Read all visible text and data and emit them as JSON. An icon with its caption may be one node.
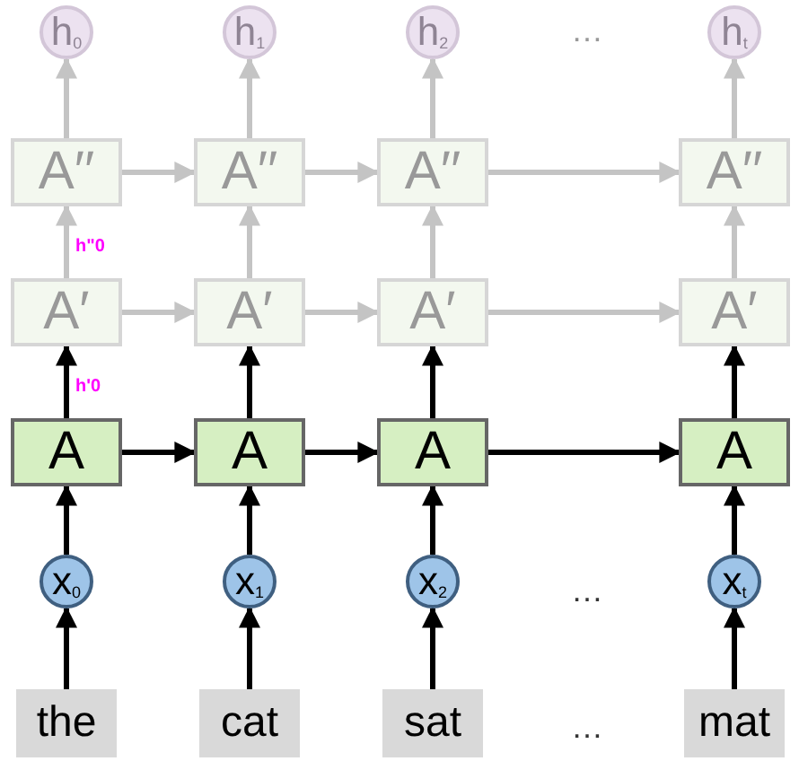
{
  "diagram": {
    "nodes": [
      {
        "text": [
          "h$_{0}$"
        ]
      },
      {
        "text": [
          "h$_{1}$"
        ]
      },
      {
        "text": [
          "h$_{2}$"
        ]
      },
      {
        "text": [
          "h$_{t}$"
        ]
      },
      {
        "text": [
          "A′′"
        ]
      },
      {
        "text": [
          "A′′"
        ]
      },
      {
        "text": [
          "A′′"
        ]
      },
      {
        "text": [
          "A′′"
        ]
      },
      {
        "text": [
          "A′"
        ]
      },
      {
        "text": [
          "A′"
        ]
      },
      {
        "text": [
          "A′"
        ]
      },
      {
        "text": [
          "A′"
        ]
      },
      {
        "text": [
          "A"
        ]
      },
      {
        "text": [
          "A"
        ]
      },
      {
        "text": [
          "A"
        ]
      },
      {
        "text": [
          "A"
        ]
      },
      {
        "text": [
          "x$_{0}$"
        ]
      },
      {
        "text": [
          "x$_{1}$"
        ]
      },
      {
        "text": [
          "x$_{2}$"
        ]
      },
      {
        "text": [
          "x$_{t}$"
        ]
      },
      {
        "text": [
          "the"
        ]
      },
      {
        "text": [
          "cat"
        ]
      },
      {
        "text": [
          "sat"
        ]
      },
      {
        "text": [
          "mat"
        ]
      }
    ],
    "edges": [
      {
        "from": 20,
        "to": 16,
        "arrow": "to"
      },
      {
        "from": 21,
        "to": 17,
        "arrow": "to"
      },
      {
        "from": 22,
        "to": 18,
        "arrow": "to"
      },
      {
        "from": 23,
        "to": 19,
        "arrow": "to"
      },
      {
        "from": 16,
        "to": 12,
        "arrow": "to"
      },
      {
        "from": 17,
        "to": 13,
        "arrow": "to"
      },
      {
        "from": 18,
        "to": 14,
        "arrow": "to"
      },
      {
        "from": 19,
        "to": 15,
        "arrow": "to"
      },
      {
        "from": 12,
        "to": 13,
        "arrow": "to"
      },
      {
        "from": 13,
        "to": 14,
        "arrow": "to"
      },
      {
        "from": 14,
        "to": 15,
        "arrow": "to"
      },
      {
        "from": 12,
        "to": 8,
        "arrow": "to",
        "label": "h'0"
      },
      {
        "from": 13,
        "to": 9,
        "arrow": "to"
      },
      {
        "from": 14,
        "to": 10,
        "arrow": "to"
      },
      {
        "from": 15,
        "to": 11,
        "arrow": "to"
      },
      {
        "from": 8,
        "to": 9,
        "arrow": "to",
        "color": "#c4c4c4"
      },
      {
        "from": 9,
        "to": 10,
        "arrow": "to",
        "color": "#c4c4c4"
      },
      {
        "from": 10,
        "to": 11,
        "arrow": "to",
        "color": "#c4c4c4"
      },
      {
        "from": 8,
        "to": 4,
        "arrow": "to",
        "label": "h\"0",
        "color": "#c4c4c4"
      },
      {
        "from": 9,
        "to": 5,
        "arrow": "to",
        "color": "#c4c4c4"
      },
      {
        "from": 10,
        "to": 6,
        "arrow": "to",
        "color": "#c4c4c4"
      },
      {
        "from": 11,
        "to": 7,
        "arrow": "to",
        "color": "#c4c4c4"
      },
      {
        "from": 4,
        "to": 5,
        "arrow": "to",
        "color": "#c4c4c4"
      },
      {
        "from": 5,
        "to": 6,
        "arrow": "to",
        "color": "#c4c4c4"
      },
      {
        "from": 6,
        "to": 7,
        "arrow": "to",
        "color": "#c4c4c4"
      },
      {
        "from": 4,
        "to": 0,
        "arrow": "to",
        "color": "#c4c4c4"
      },
      {
        "from": 5,
        "to": 1,
        "arrow": "to",
        "color": "#c4c4c4"
      },
      {
        "from": 6,
        "to": 2,
        "arrow": "to",
        "color": "#c4c4c4"
      },
      {
        "from": 7,
        "to": 3,
        "arrow": "to",
        "color": "#c4c4c4"
      }
    ],
    "labels": [
      "…",
      "…",
      "…"
    ]
  }
}
